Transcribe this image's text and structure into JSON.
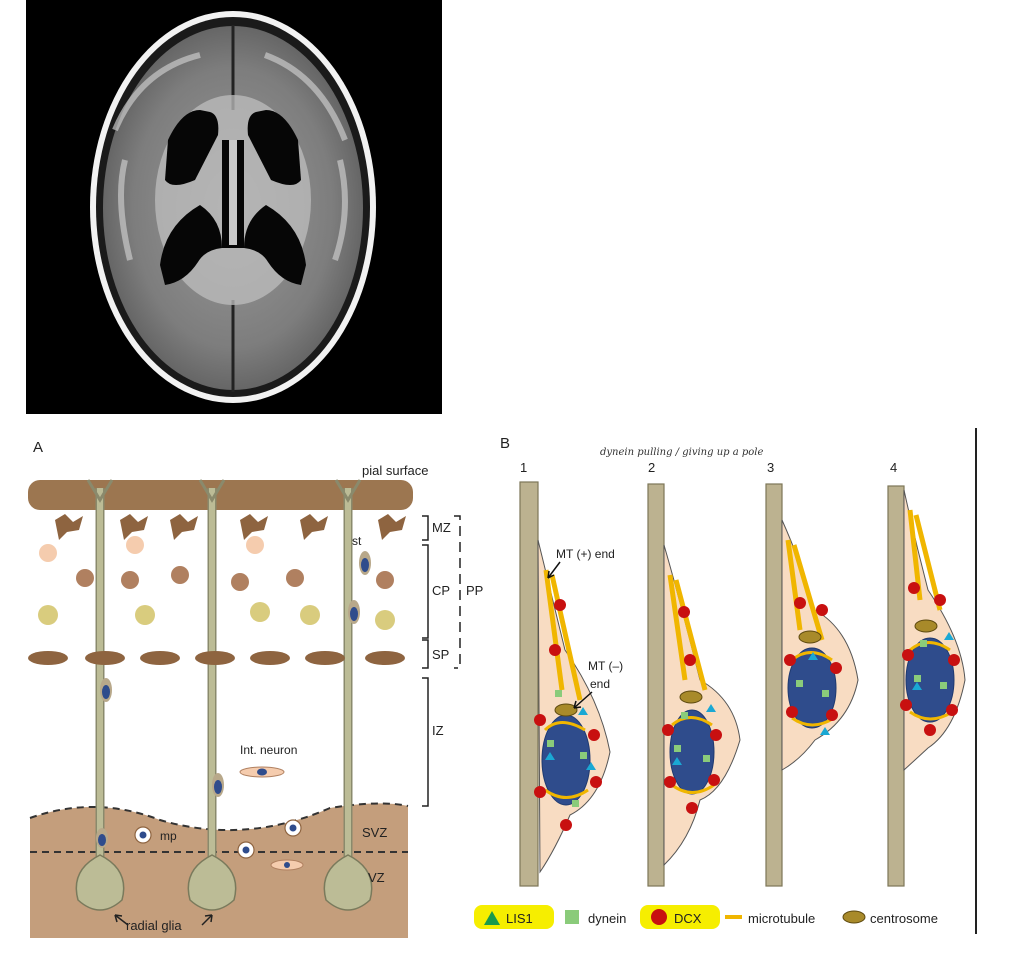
{
  "panelA": {
    "letter": "A",
    "pial": "pial surface",
    "zones": {
      "mz": "MZ",
      "cp": "CP",
      "sp": "SP",
      "pp": "PP",
      "iz": "IZ",
      "svz": "SVZ",
      "vz": "VZ"
    },
    "st": "st",
    "mp": "mp",
    "interneuron": "Int. neuron",
    "radial_glia": "radial glia"
  },
  "panelB": {
    "letter": "B",
    "handwritten_note": "dynein pulling / giving up a pole",
    "stages": [
      "1",
      "2",
      "3",
      "4"
    ],
    "mt_plus": "MT (+) end",
    "mt_minus_1": "MT (–)",
    "mt_minus_2": "end"
  },
  "legend": {
    "lis1": "LIS1",
    "dynein": "dynein",
    "dcx": "DCX",
    "microtubule": "microtubule",
    "centrosome": "centrosome"
  },
  "colors": {
    "pial": "#9c7650",
    "ventricular": "#c49e7c",
    "glia": "#bcbc96",
    "nucleus": "#2f4c8c",
    "cell_body": "#f8dcc2",
    "microtubule": "#f0b600",
    "dcx": "#c81010",
    "lis1": "#1a9a4c",
    "dynein": "#8acb7a",
    "highlight": "#f6ee00"
  }
}
